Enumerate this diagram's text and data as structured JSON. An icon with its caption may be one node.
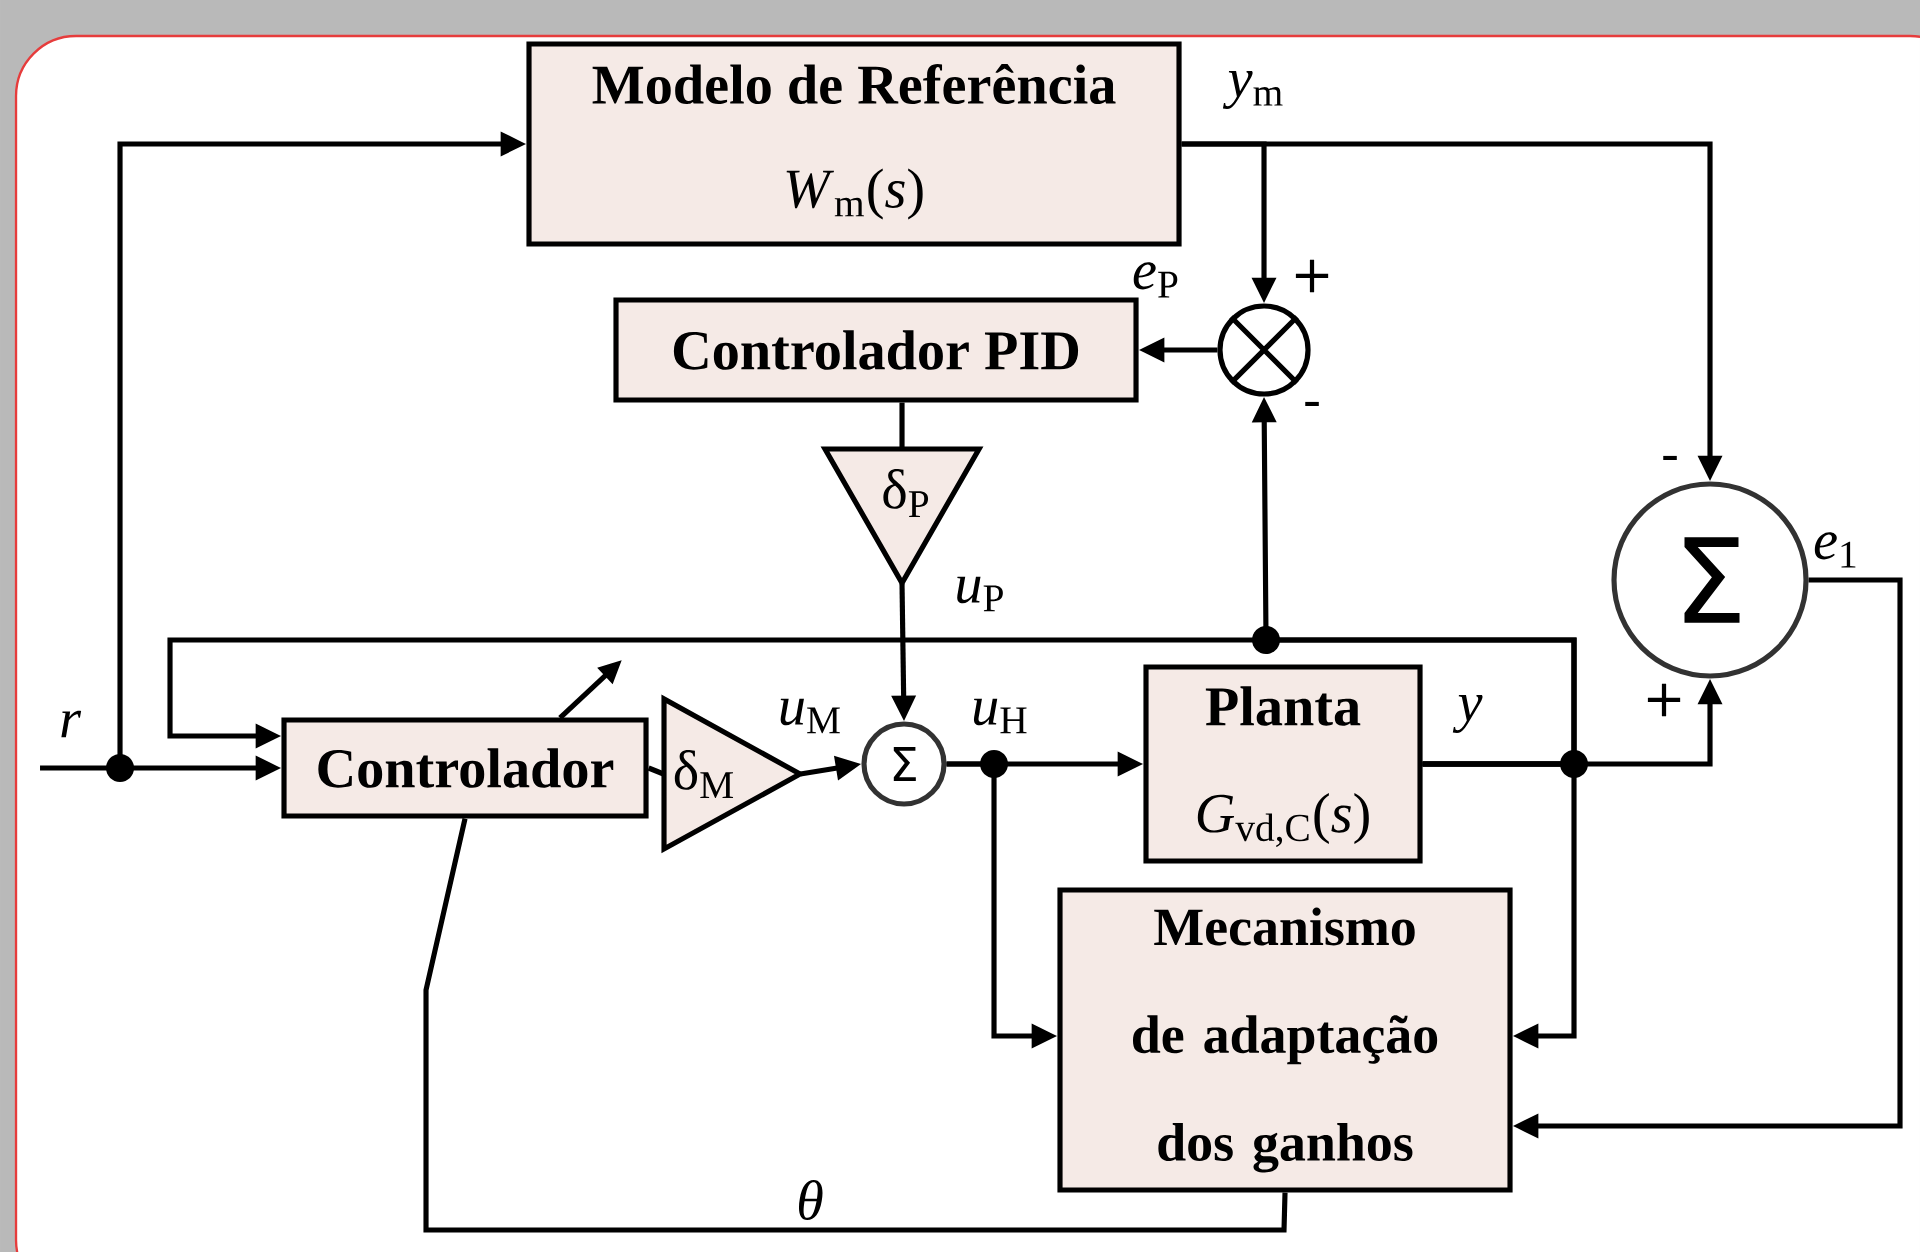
{
  "diagram": {
    "nodes": [
      {
        "text": [
          "Modelo de Referência",
          "*W*$_{m}$(*s*)"
        ]
      },
      {
        "text": [
          "Controlador PID"
        ]
      },
      {
        "text": [
          "δ$_{P}$"
        ]
      },
      {
        "text": [
          "Σ"
        ]
      },
      {
        "text": [
          "Controlador"
        ]
      },
      {
        "text": [
          "δ$_{M}$"
        ]
      },
      {
        "text": [
          "Planta",
          "*G*$_{vd,C}$(*s*)"
        ]
      },
      {
        "text": [
          "Mecanismo de adaptação dos ganhos"
        ]
      },
      {
        "text": [],
        "shape": "circle"
      },
      {
        "text": [
          "Σ"
        ]
      }
    ],
    "edges": [
      {
        "from": null,
        "to": 4,
        "arrow": "to"
      },
      {
        "from": null,
        "to": 0,
        "arrow": "to"
      },
      {
        "from": 0,
        "to": 8,
        "arrow": "to"
      },
      {
        "from": 0,
        "to": 9,
        "arrow": "to"
      },
      {
        "from": 8,
        "to": 1,
        "arrow": "to"
      },
      {
        "from": 1,
        "to": 2,
        "arrow": "none"
      },
      {
        "from": 2,
        "to": 3,
        "arrow": "to"
      },
      {
        "from": 4,
        "to": 5,
        "arrow": "none"
      },
      {
        "from": 5,
        "to": 3,
        "arrow": "to"
      },
      {
        "from": 3,
        "to": 6,
        "arrow": "to"
      },
      {
        "from": 3,
        "to": 7,
        "arrow": "to"
      },
      {
        "from": 6,
        "to": 9,
        "arrow": "to"
      },
      {
        "from": 6,
        "to": 7,
        "arrow": "to"
      },
      {
        "from": 6,
        "to": 8,
        "arrow": "to"
      },
      {
        "from": 6,
        "to": 4,
        "arrow": "to"
      },
      {
        "from": 9,
        "to": 7,
        "arrow": "to"
      },
      {
        "from": 7,
        "to": 4,
        "arrow": "none"
      }
    ],
    "labels": [
      "*y*$_{m}$",
      "*e*$_{P}$",
      "+",
      "-",
      "-",
      "*e*$_{1}$",
      "*u*$_{P}$",
      "r",
      "*u*$_{M}$",
      "*u*$_{H}$",
      "y",
      "+",
      "θ"
    ]
  }
}
